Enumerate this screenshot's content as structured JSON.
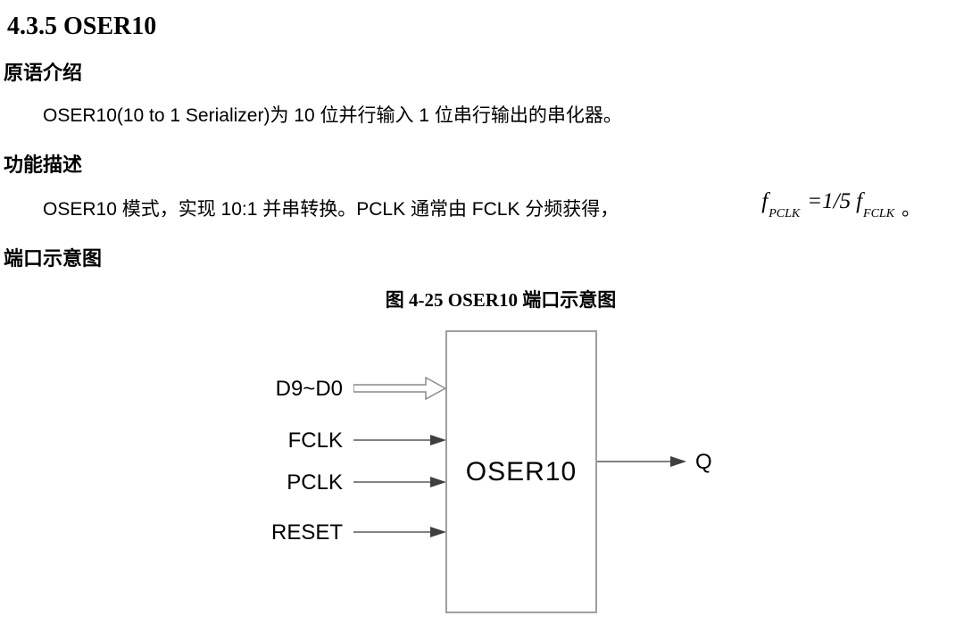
{
  "document": {
    "section_heading": "4.3.5 OSER10",
    "headings": {
      "intro": "原语介绍",
      "function": "功能描述",
      "ports": "端口示意图"
    },
    "paragraphs": {
      "intro": "OSER10(10 to 1 Serializer)为 10 位并行输入 1 位串行输出的串化器。",
      "function_pre": "OSER10 模式，实现 10:1 并串转换。PCLK 通常由 FCLK 分频获得，",
      "function_post": "。"
    },
    "formula": {
      "lead_var": "f",
      "lead_sub": "PCLK",
      "equals": "=1/5",
      "tail_var": "f",
      "tail_sub": "FCLK"
    },
    "figure_caption": "图 4-25 OSER10 端口示意图"
  },
  "diagram": {
    "block_label": "OSER10",
    "inputs": [
      {
        "label": "D9~D0",
        "type": "bus"
      },
      {
        "label": "FCLK",
        "type": "signal"
      },
      {
        "label": "PCLK",
        "type": "signal"
      },
      {
        "label": "RESET",
        "type": "signal"
      }
    ],
    "output_label": "Q",
    "colors": {
      "line": "#595959",
      "arrowhead": "#3f3f3f",
      "block_border": "#9e9e9e",
      "bus_outline": "#8a8a8a",
      "bus_fill": "#ffffff"
    }
  }
}
